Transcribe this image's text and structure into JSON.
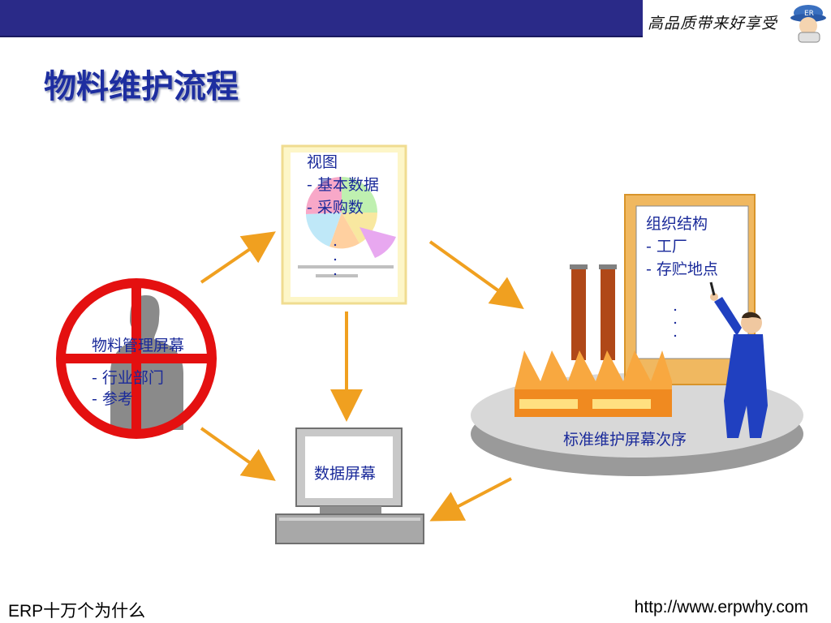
{
  "title": "物料维护流程",
  "logo_slogan": "高品质带来好享受",
  "footer": {
    "left": "ERP十万个为什么",
    "right": "http://www.erpwhy.com"
  },
  "nodes": {
    "material_screen": {
      "title": "物料管理屏幕",
      "items": [
        "- 行业部门",
        "- 参考"
      ]
    },
    "view": {
      "title": "视图",
      "items": [
        "- 基本数据",
        "- 采购数"
      ]
    },
    "org": {
      "title": "组织结构",
      "items": [
        "- 工厂",
        "- 存贮地点"
      ]
    },
    "data_screen": {
      "title": "数据屏幕"
    },
    "standard_seq": {
      "title": "标准维护屏幕次序"
    }
  },
  "colors": {
    "arrow": "#f0a020",
    "title": "#1e2ea0",
    "label": "#1a2a9a",
    "topbar": "#2a2a88",
    "target": "#e41010"
  }
}
